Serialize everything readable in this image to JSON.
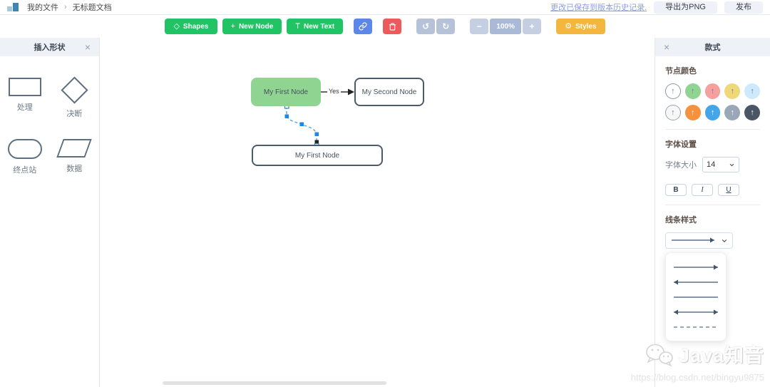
{
  "header": {
    "breadcrumb_home": "我的文件",
    "breadcrumb_sep": "›",
    "breadcrumb_current": "无标题文档",
    "saved_link": "更改已保存到版本历史记录.",
    "export_button": "导出为PNG",
    "publish_button": "发布"
  },
  "toolbar": {
    "shapes_label": "Shapes",
    "new_node_label": "New Node",
    "new_text_label": "New Text",
    "zoom_value": "100%",
    "styles_label": "Styles"
  },
  "icons": {
    "diamond": "◇",
    "plus": "+",
    "text_t": "T",
    "undo": "↺",
    "redo": "↻",
    "minus": "−",
    "zoom_plus": "+",
    "gear": "⚙",
    "close": "×",
    "arrow_up": "↑"
  },
  "left_panel": {
    "title": "插入形状",
    "shapes": [
      {
        "label": "处理",
        "type": "rectangle"
      },
      {
        "label": "决断",
        "type": "diamond"
      },
      {
        "label": "终点站",
        "type": "stadium"
      },
      {
        "label": "数据",
        "type": "parallelogram"
      }
    ]
  },
  "canvas": {
    "nodes": [
      {
        "label": "My First Node",
        "fill": "#90d492"
      },
      {
        "label": "My Second Node",
        "fill": "#ffffff"
      },
      {
        "label": "My First Node",
        "fill": "#ffffff"
      }
    ],
    "edge_label": "Yes",
    "watermark": {
      "brand": "Java知音",
      "url": "https://blog.csdn.net/bingyu9875"
    }
  },
  "right_panel": {
    "title": "款式",
    "node_color_heading": "节点颜色",
    "node_colors": [
      {
        "c": "#ffffff",
        "a": "#7b8794",
        "border": "#8a97a5"
      },
      {
        "c": "#90d492",
        "a": "#6e7b8a",
        "border": ""
      },
      {
        "c": "#f59f9f",
        "a": "#6e7b8a",
        "border": ""
      },
      {
        "c": "#eed87a",
        "a": "#6e7b8a",
        "border": ""
      },
      {
        "c": "#cde9fb",
        "a": "#6e7b8a",
        "border": ""
      },
      {
        "c": "#f7f7f7",
        "a": "#7b8794",
        "border": "#9aa5af"
      },
      {
        "c": "#f6913d",
        "a": "#ffffff",
        "border": ""
      },
      {
        "c": "#45a5e9",
        "a": "#ffffff",
        "border": ""
      },
      {
        "c": "#9aa7b7",
        "a": "#ffffff",
        "border": ""
      },
      {
        "c": "#4a5565",
        "a": "#ffffff",
        "border": ""
      }
    ],
    "font_heading": "字体设置",
    "font_size_label": "字体大小",
    "font_size_value": "14",
    "bold_label": "B",
    "italic_label": "I",
    "underline_label": "U",
    "line_style_heading": "线条样式",
    "line_selected": "right",
    "line_options": [
      "right",
      "left",
      "plain",
      "both",
      "dashed"
    ]
  }
}
